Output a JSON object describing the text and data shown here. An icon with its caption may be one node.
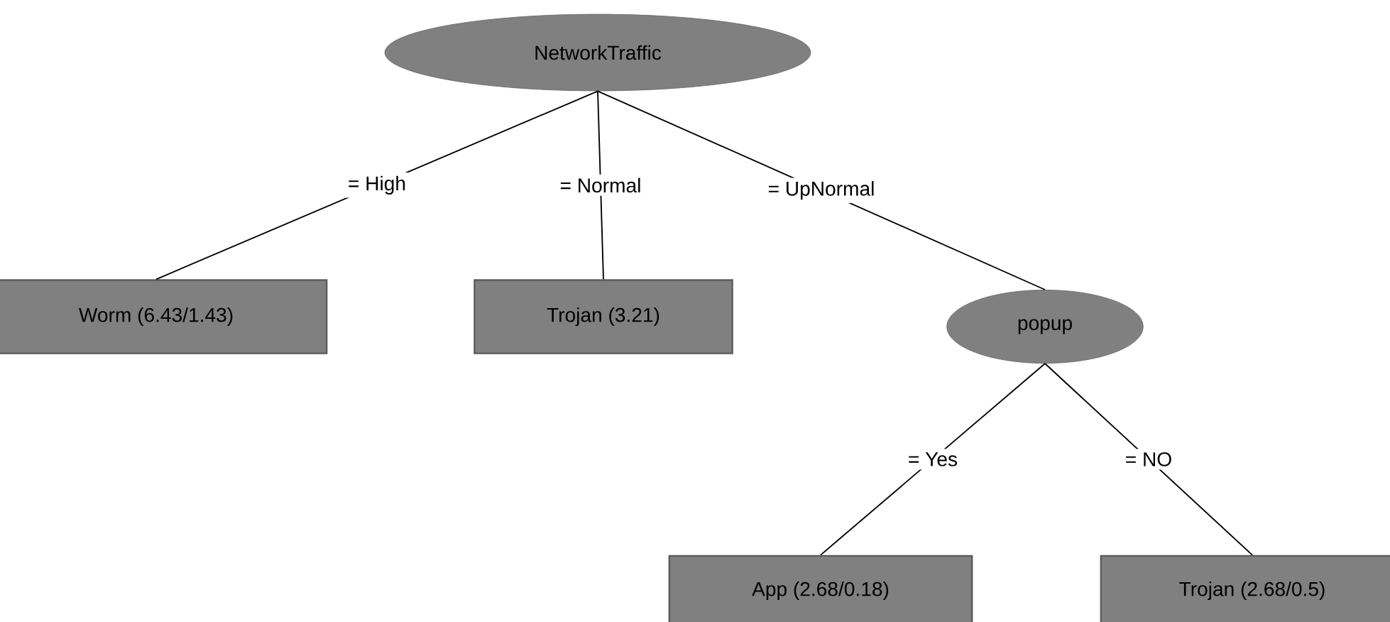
{
  "diagram": {
    "nodes": [
      {
        "text": [
          "NetworkTraffic"
        ]
      },
      {
        "text": [
          "Worm (6.43/1.43)"
        ]
      },
      {
        "text": [
          "Trojan (3.21)"
        ]
      },
      {
        "text": [
          "popup"
        ]
      },
      {
        "text": [
          "App (2.68/0.18)"
        ]
      },
      {
        "text": [
          "Trojan (2.68/0.5)"
        ]
      }
    ],
    "edges": [
      {
        "from": 0,
        "to": 1,
        "arrow": "none",
        "label": "= High"
      },
      {
        "from": 0,
        "to": 2,
        "arrow": "none",
        "label": "= Normal"
      },
      {
        "from": 0,
        "to": 3,
        "arrow": "none",
        "label": "= UpNormal"
      },
      {
        "from": 3,
        "to": 4,
        "arrow": "none",
        "label": "= Yes"
      },
      {
        "from": 3,
        "to": 5,
        "arrow": "none",
        "label": "= NO"
      }
    ]
  }
}
